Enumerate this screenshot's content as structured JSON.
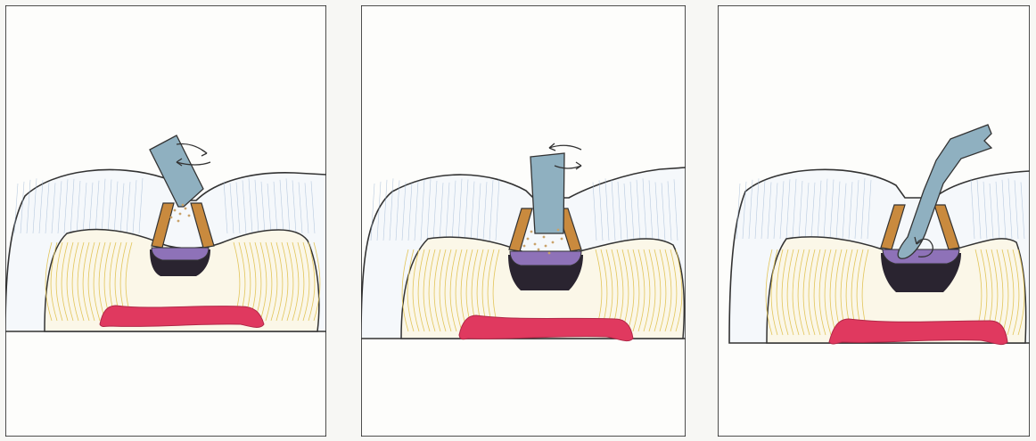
{
  "figure": {
    "panel_count": 3,
    "colors": {
      "page": "#f7f7f4",
      "frame_outline": "#222222",
      "enamel_outline": "#333333",
      "enamel_striation": "#9fb7d4",
      "dentin_striation": "#e2c55a",
      "cavity_wall": "#c98a3e",
      "pulp": "#e0395f",
      "caries_purple": "#8e72b8",
      "caries_dark": "#2a2430",
      "instrument": "#8fb0c0",
      "debris": "#c9a36b",
      "arrow": "#333333"
    },
    "panels": [
      {
        "id": "panel-1",
        "instrument": "bur",
        "instrument_icon": "rotating-bur-icon",
        "debris": true,
        "arrows": "rotation"
      },
      {
        "id": "panel-2",
        "instrument": "bur",
        "instrument_icon": "rotating-bur-icon",
        "debris": true,
        "arrows": "rotation"
      },
      {
        "id": "panel-3",
        "instrument": "excavator",
        "instrument_icon": "spoon-excavator-icon",
        "debris": false,
        "arrows": "scooping"
      }
    ]
  }
}
